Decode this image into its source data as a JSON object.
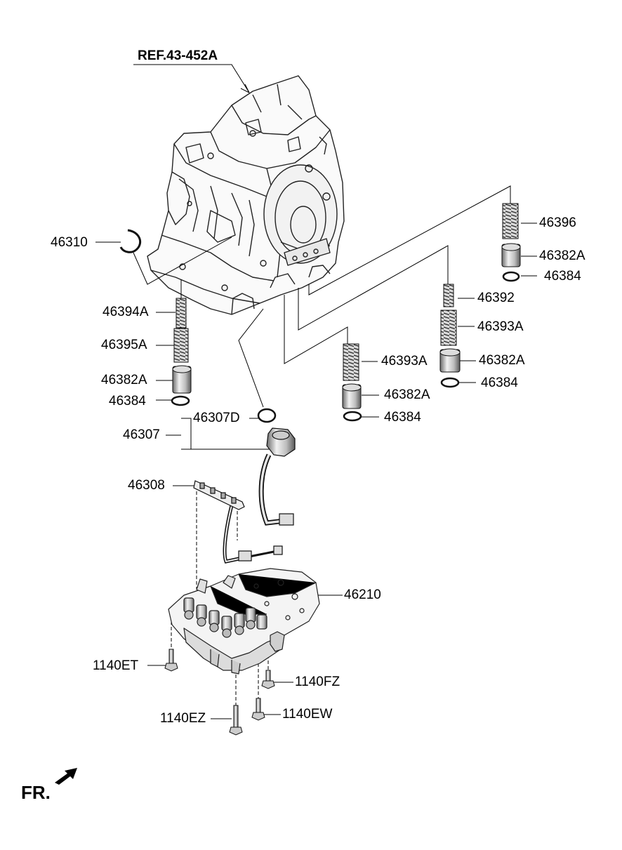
{
  "reference": "REF.43-452A",
  "front_marker": "FR.",
  "parts": [
    "46310",
    "46394A",
    "46395A",
    "46382A",
    "46384",
    "46396",
    "46382A",
    "46384",
    "46392",
    "46393A",
    "46382A",
    "46384",
    "46393A",
    "46382A",
    "46384",
    "46307D",
    "46307",
    "46308",
    "46210",
    "1140ET",
    "1140FZ",
    "1140EZ",
    "1140EW"
  ]
}
